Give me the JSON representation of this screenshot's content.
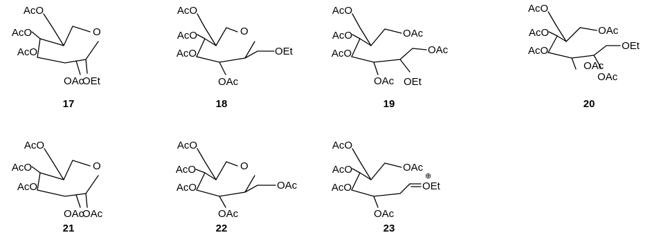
{
  "compounds": [
    {
      "number": "17",
      "labels": {
        "c6": "AcO",
        "c4": "AcO",
        "c3": "AcO",
        "ring_o": "O",
        "c2": "OAc",
        "c1": "OEt"
      }
    },
    {
      "number": "18",
      "labels": {
        "c6": "AcO",
        "c4": "AcO",
        "c3": "AcO",
        "ring_o": "O",
        "c2": "OAc",
        "c1": "OEt"
      }
    },
    {
      "number": "19",
      "labels": {
        "c6": "AcO",
        "c4": "AcO",
        "c3": "AcO",
        "c5": "OAc",
        "c2": "OAc",
        "c1a": "OAc",
        "c1b": "OEt"
      }
    },
    {
      "number": "20",
      "labels": {
        "c6": "AcO",
        "c4": "AcO",
        "c3": "AcO",
        "c5": "OAc",
        "c2": "OAc",
        "c1a": "OEt",
        "c1b": "OAc"
      }
    },
    {
      "number": "21",
      "labels": {
        "c6": "AcO",
        "c4": "AcO",
        "c3": "AcO",
        "ring_o": "O",
        "c2": "OAc",
        "c1": "OAc"
      }
    },
    {
      "number": "22",
      "labels": {
        "c6": "AcO",
        "c4": "AcO",
        "c3": "AcO",
        "ring_o": "O",
        "c2": "OAc",
        "c1": "OAc"
      }
    },
    {
      "number": "23",
      "labels": {
        "c6": "AcO",
        "c4": "AcO",
        "c3": "AcO",
        "c5": "OAc",
        "c2": "OAc",
        "c1": "OEt",
        "charge": "⊕"
      }
    }
  ]
}
